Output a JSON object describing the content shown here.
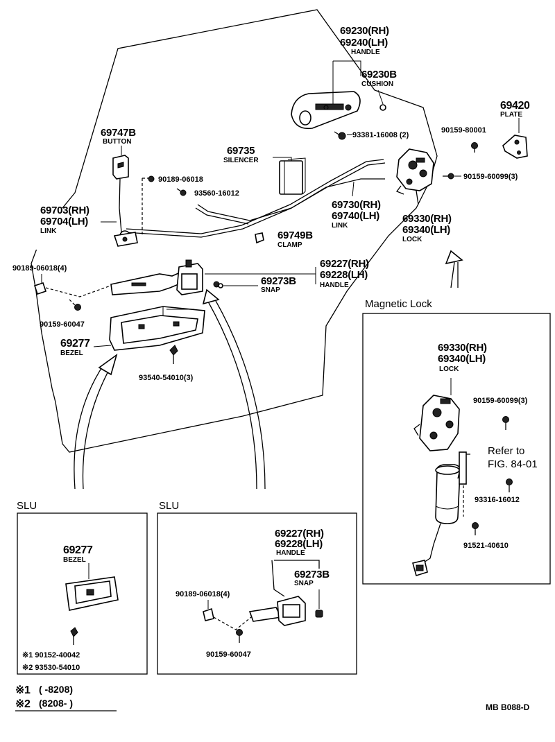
{
  "main": {
    "handle_outer": {
      "rh": "69230(RH)",
      "lh": "69240(LH)",
      "name": "HANDLE"
    },
    "cushion": {
      "part": "69230B",
      "name": "CUSHION"
    },
    "plate": {
      "part": "69420",
      "name": "PLATE"
    },
    "bolt_plate": "90159-80001",
    "screw_handle": "93381-16008 (2)",
    "button": {
      "part": "69747B",
      "name": "BUTTON"
    },
    "silencer": {
      "part": "69735",
      "name": "SILENCER"
    },
    "clip_a": "90189-06018",
    "screw_a": "93560-16012",
    "lock_screw": "90159-60099(3)",
    "link_left": {
      "rh": "69703(RH)",
      "lh": "69704(LH)",
      "name": "LINK"
    },
    "link_right": {
      "rh": "69730(RH)",
      "lh": "69740(LH)",
      "name": "LINK"
    },
    "lock": {
      "rh": "69330(RH)",
      "lh": "69340(LH)",
      "name": "LOCK"
    },
    "clamp": {
      "part": "69749B",
      "name": "CLAMP"
    },
    "clip_b": "90189-06018(4)",
    "handle_inner": {
      "rh": "69227(RH)",
      "lh": "69228(LH)",
      "name": "HANDLE"
    },
    "snap": {
      "part": "69273B",
      "name": "SNAP"
    },
    "screw_b": "90159-60047",
    "bezel": {
      "part": "69277",
      "name": "BEZEL"
    },
    "screw_bezel": "93540-54010(3)"
  },
  "magnetic_lock": {
    "title": "Magnetic Lock",
    "lock": {
      "rh": "69330(RH)",
      "lh": "69340(LH)",
      "name": "LOCK"
    },
    "lock_screw": "90159-60099(3)",
    "refer_line1": "Refer to",
    "refer_line2": "FIG. 84-01",
    "screw_a": "93316-16012",
    "screw_b": "91521-40610"
  },
  "slu_left": {
    "title": "SLU",
    "bezel": {
      "part": "69277",
      "name": "BEZEL"
    },
    "note1": "※1 90152-40042",
    "note2": "※2 93530-54010"
  },
  "slu_right": {
    "title": "SLU",
    "handle": {
      "rh": "69227(RH)",
      "lh": "69228(LH)",
      "name": "HANDLE"
    },
    "snap": {
      "part": "69273B",
      "name": "SNAP"
    },
    "clip": "90189-06018(4)",
    "screw": "90159-60047"
  },
  "legend": {
    "l1_mark": "※1",
    "l1_text": "(       -8208)",
    "l2_mark": "※2",
    "l2_text": "(8208-        )"
  },
  "figure_code": "MB  B088-D"
}
